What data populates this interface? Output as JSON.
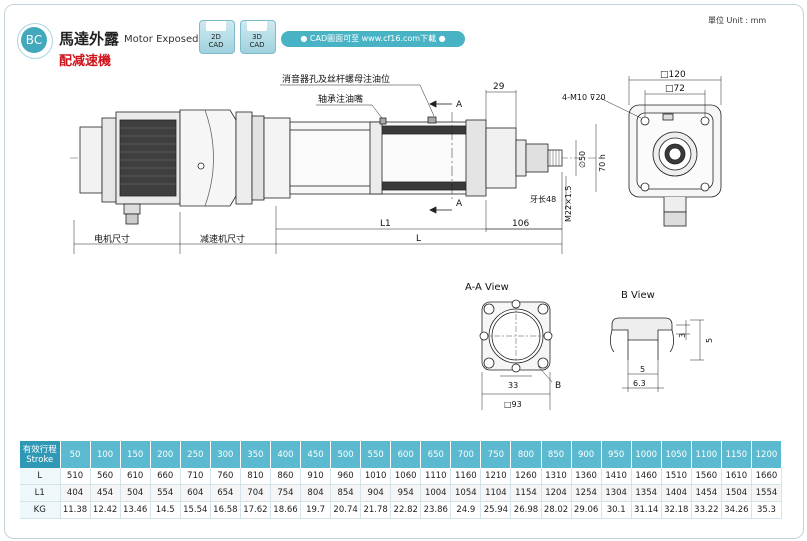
{
  "header": {
    "badge": "BC",
    "title_cn": "馬達外露",
    "title_en": "Motor Exposed",
    "subtitle": "配减速機",
    "cad_2d": [
      "2D",
      "CAD"
    ],
    "cad_3d": [
      "3D",
      "CAD"
    ],
    "cad_download": "● CAD圖面可至 www.cf16.com下載 ●",
    "unit": "單位 Unit : mm"
  },
  "drawing": {
    "label_motor_size": "电机尺寸",
    "label_reducer_size": "减速机尺寸",
    "label_muffler": "消音器孔及丝杆螺母注油位",
    "label_bearing": "轴承注油嘴",
    "dim_L1": "L1",
    "dim_L": "L",
    "dim_106": "106",
    "dim_29": "29",
    "dim_thread_len": "牙长48",
    "dim_thread": "M22×1.5",
    "dim_d50": "∅50",
    "dim_70h": "70 h",
    "section_A": "A",
    "end_sq120": "□120",
    "end_sq72": "□72",
    "end_bolt": "4-M10 ⊽20",
    "aa_title": "A-A View",
    "aa_33": "33",
    "aa_sq93": "□93",
    "aa_B": "B",
    "b_title": "B View",
    "b_3": "3",
    "b_5v": "5",
    "b_5h": "5",
    "b_6_3": "6.3"
  },
  "spec_table": {
    "header_cn": "有效行程",
    "header_en": "Stroke",
    "strokes": [
      "50",
      "100",
      "150",
      "200",
      "250",
      "300",
      "350",
      "400",
      "450",
      "500",
      "550",
      "600",
      "650",
      "700",
      "750",
      "800",
      "850",
      "900",
      "950",
      "1000",
      "1050",
      "1100",
      "1150",
      "1200"
    ],
    "rows": [
      {
        "label": "L",
        "values": [
          "510",
          "560",
          "610",
          "660",
          "710",
          "760",
          "810",
          "860",
          "910",
          "960",
          "1010",
          "1060",
          "1110",
          "1160",
          "1210",
          "1260",
          "1310",
          "1360",
          "1410",
          "1460",
          "1510",
          "1560",
          "1610",
          "1660"
        ]
      },
      {
        "label": "L1",
        "values": [
          "404",
          "454",
          "504",
          "554",
          "604",
          "654",
          "704",
          "754",
          "804",
          "854",
          "904",
          "954",
          "1004",
          "1054",
          "1104",
          "1154",
          "1204",
          "1254",
          "1304",
          "1354",
          "1404",
          "1454",
          "1504",
          "1554"
        ]
      },
      {
        "label": "KG",
        "values": [
          "11.38",
          "12.42",
          "13.46",
          "14.5",
          "15.54",
          "16.58",
          "17.62",
          "18.66",
          "19.7",
          "20.74",
          "21.78",
          "22.82",
          "23.86",
          "24.9",
          "25.94",
          "26.98",
          "28.02",
          "29.06",
          "30.1",
          "31.14",
          "32.18",
          "33.22",
          "34.26",
          "35.3"
        ]
      }
    ]
  }
}
